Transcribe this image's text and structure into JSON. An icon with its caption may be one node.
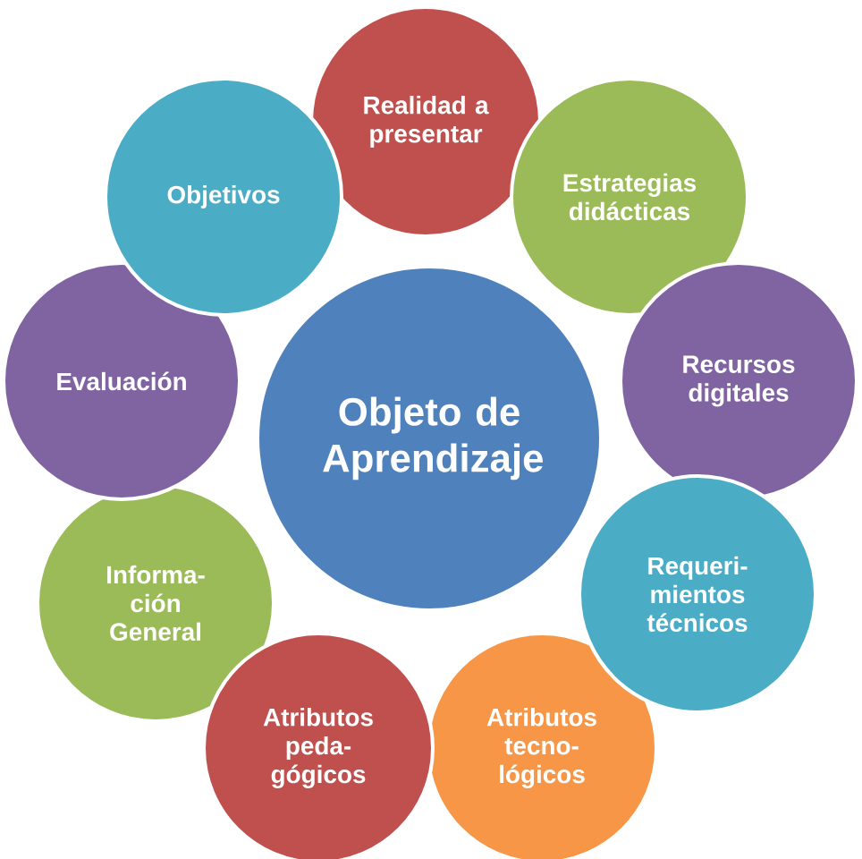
{
  "diagram": {
    "nodes": [
      {
        "text": [
          "Objeto de Aprendizaje"
        ]
      },
      {
        "text": [
          "Realidad a presentar"
        ]
      },
      {
        "text": [
          "Estrategias didácticas"
        ]
      },
      {
        "text": [
          "Recursos digitales"
        ]
      },
      {
        "text": [
          "Requeri- mientos técnicos"
        ]
      },
      {
        "text": [
          "Atributos tecno- lógicos"
        ]
      },
      {
        "text": [
          "Atributos peda- gógicos"
        ]
      },
      {
        "text": [
          "Informa- ción General"
        ]
      },
      {
        "text": [
          "Evaluación"
        ]
      },
      {
        "text": [
          "Objetivos"
        ]
      }
    ]
  }
}
